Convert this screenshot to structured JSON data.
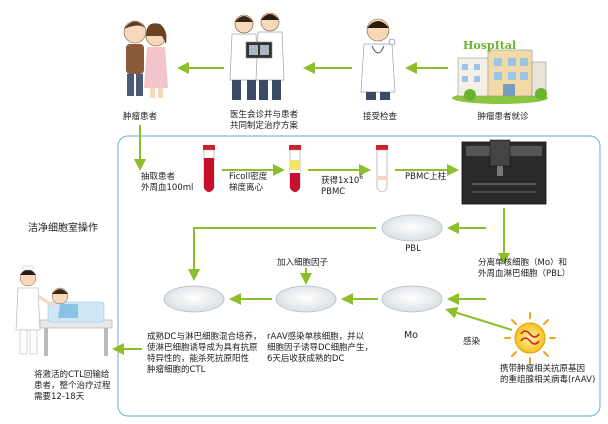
{
  "colors": {
    "arrow": "#8cbf2a",
    "frame": "#7fbfd0",
    "hospital_text": "#6ab42d"
  },
  "top_row": {
    "patient": "肿瘤患者",
    "doctor_consult": "医生会诊并与患者\n共同制定治疗方案",
    "exam": "接受检查",
    "visit": "肿瘤患者就诊",
    "hospital_sign": "HospItal"
  },
  "clean_room": "洁净细胞室操作",
  "steps": {
    "draw_blood": "抽取患者\n外周血100ml",
    "ficoll": "Ficoll密度\n梯度离心",
    "pbmc_obtained_prefix": "获得1x10",
    "pbmc_obtained_exp": "6",
    "pbmc_obtained_suffix": "PBMC",
    "pbmc_column": "PBMC上柱",
    "pbl": "PBL",
    "separate": "分离单核细胞（Mo）和\n外周血淋巴细胞（PBL）",
    "add_cytokine": "加入细胞因子",
    "mo": "Mo",
    "infect": "感染",
    "virus": "携带肿瘤相关抗原基因\n的重组腺相关病毒(rAAV)",
    "raav_infect": "rAAV感染单核细胞，并以\n细胞因子诱导DC细胞产生，\n6天后收获成熟的DC",
    "coculture": "成熟DC与淋巴细胞混合培养，\n使淋巴细胞诱导成为具有抗原\n特异性的，能杀死抗原阳性\n肿瘤细胞的CTL",
    "return": "将激活的CTL回输给\n患者，整个治疗过程\n需要12-18天"
  }
}
